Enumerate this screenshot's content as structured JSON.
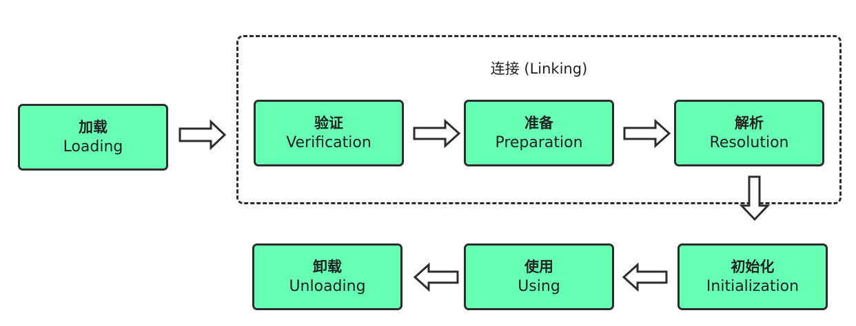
{
  "linking": {
    "title": "连接 (Linking)"
  },
  "nodes": {
    "loading": {
      "zh": "加载",
      "en": "Loading"
    },
    "verification": {
      "zh": "验证",
      "en": "Verification"
    },
    "preparation": {
      "zh": "准备",
      "en": "Preparation"
    },
    "resolution": {
      "zh": "解析",
      "en": "Resolution"
    },
    "initialization": {
      "zh": "初始化",
      "en": "Initialization"
    },
    "using": {
      "zh": "使用",
      "en": "Using"
    },
    "unloading": {
      "zh": "卸载",
      "en": "Unloading"
    }
  },
  "colors": {
    "node_fill": "#66ffb3",
    "stroke": "#2c2c2c",
    "background": "#ffffff"
  }
}
